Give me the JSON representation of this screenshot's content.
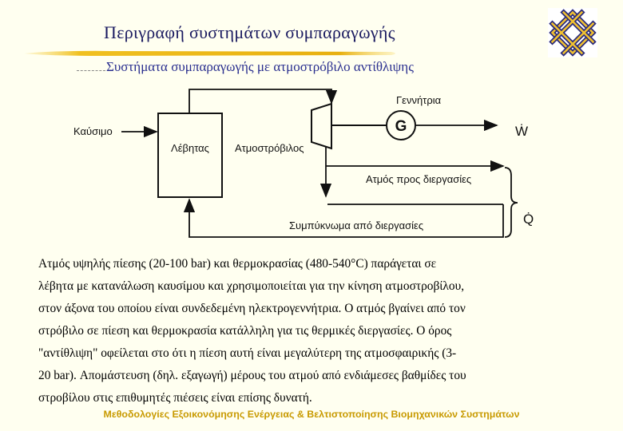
{
  "title": "Περιγραφή συστημάτων συμπαραγωγής",
  "subtitle": "Συστήματα συμπαραγωγής με ατμοστρόβιλο αντίθλιψης",
  "diagram": {
    "fuel": "Καύσιμο",
    "boiler": "Λέβητας",
    "turbine": "Ατμοστρόβιλος",
    "generator": "Γεννήτρια",
    "generator_symbol": "G",
    "power": "Ẇ",
    "steam_to_process": "Ατμός προς διεργασίες",
    "condensate": "Συμπύκνωμα από διεργασίες",
    "heat": "Q̇"
  },
  "paragraph_lines": [
    "Ατμός υψηλής πίεσης (20-100 bar) και θερμοκρασίας (480-540°C) παράγεται σε",
    "λέβητα με κατανάλωση καυσίμου και χρησιμοποιείται για την κίνηση ατμοστροβίλου,",
    "στον άξονα του οποίου είναι συνδεδεμένη ηλεκτρογεννήτρια. Ο ατμός βγαίνει από τον",
    "στρόβιλο σε πίεση και θερμοκρασία κατάλληλη για τις θερμικές διεργασίες. Ο όρος",
    "\"αντίθλιψη\" οφείλεται στο ότι η πίεση αυτή είναι μεγαλύτερη της ατμοσφαιρικής (3-",
    "20 bar). Απομάστευση (δηλ. εξαγωγή) μέρους του ατμού από ενδιάμεσες βαθμίδες του",
    "στροβίλου στις επιθυμητές πιέσεις είναι επίσης δυνατή."
  ],
  "footer": "Μεθοδολογίες Εξοικονόμησης Ενέργειας & Βελτιστοποίησης Βιομηχανικών Συστημάτων",
  "colors": {
    "title": "#1a1a60",
    "subtitle": "#2a2f8f",
    "footer": "#c89a00",
    "bar": "#f0c020"
  }
}
